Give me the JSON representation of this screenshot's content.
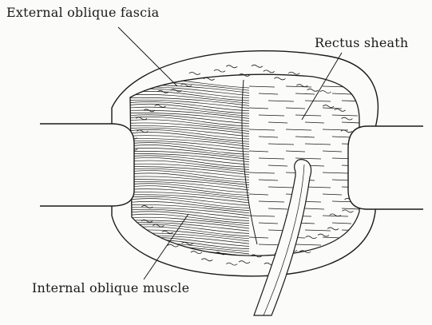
{
  "figure": {
    "labels": {
      "external_oblique_fascia": "External oblique fascia",
      "rectus_sheath": "Rectus sheath",
      "internal_oblique_muscle": "Internal oblique muscle"
    }
  },
  "colors": {
    "ink": "#1a1a1a",
    "paper": "#fbfbf9"
  }
}
